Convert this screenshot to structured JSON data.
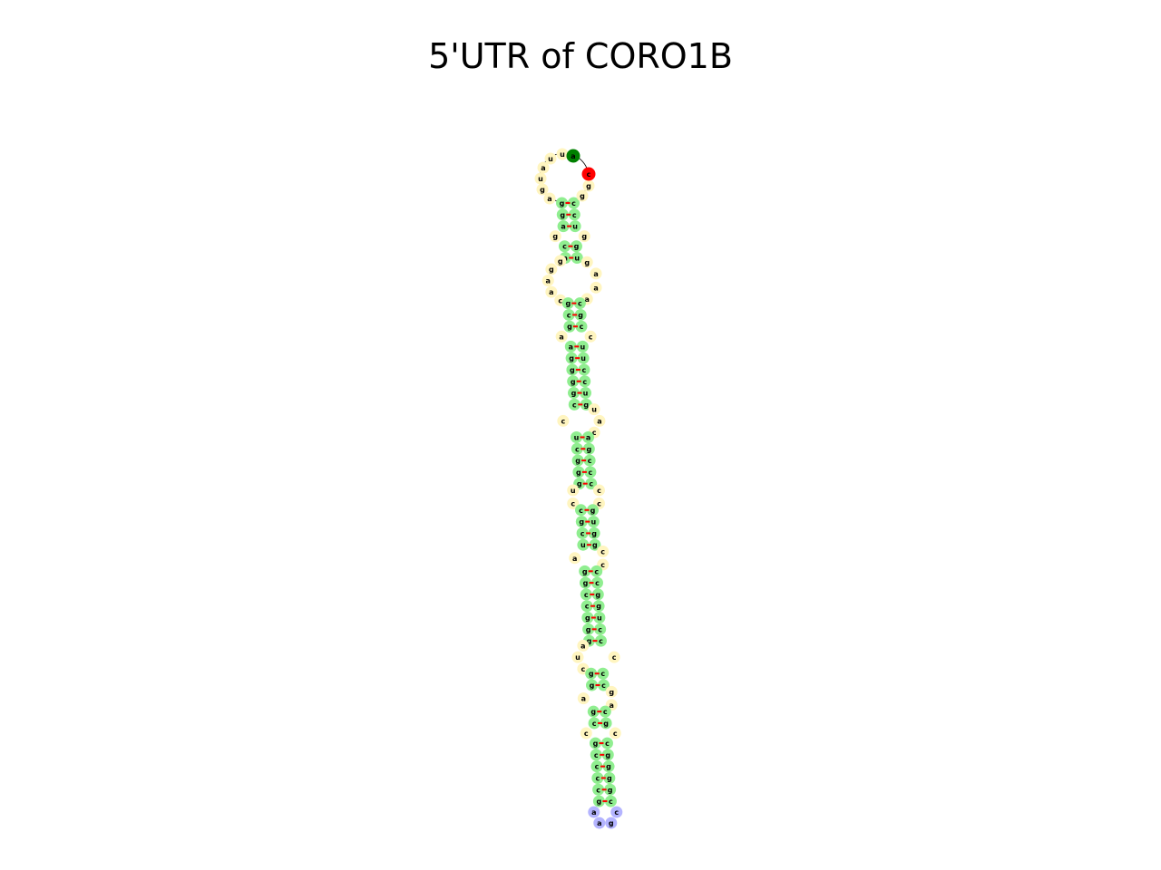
{
  "title": "5'UTR of CORO1B",
  "colors": {
    "stem": "#90ee90",
    "loop": "#fff5c0",
    "hairpin": "#b4b4ff",
    "five_prime": "#008000",
    "three_prime": "#ff0000",
    "pair_tick": "#ff0000",
    "backbone": "#000000"
  },
  "structure": {
    "loop_5prime_side": [
      "u",
      "u",
      "a",
      "u",
      "g",
      "a"
    ],
    "loop_3prime_side": [
      "g",
      "g"
    ],
    "segments": [
      {
        "type": "stem",
        "pairs": [
          [
            "g",
            "c"
          ],
          [
            "g",
            "c"
          ],
          [
            "a",
            "u"
          ]
        ]
      },
      {
        "type": "interior",
        "left": [
          "g"
        ],
        "right": [
          "g"
        ]
      },
      {
        "type": "stem",
        "pairs": [
          [
            "c",
            "g"
          ],
          [
            "a",
            "u"
          ]
        ]
      },
      {
        "type": "interior",
        "left": [
          "g",
          "g",
          "a",
          "a",
          "c"
        ],
        "right": [
          "g",
          "a",
          "a",
          "a"
        ]
      },
      {
        "type": "stem",
        "pairs": [
          [
            "g",
            "c"
          ],
          [
            "c",
            "g"
          ],
          [
            "g",
            "c"
          ]
        ]
      },
      {
        "type": "interior",
        "left": [
          "a"
        ],
        "right": [
          "c"
        ]
      },
      {
        "type": "stem",
        "pairs": [
          [
            "a",
            "u"
          ],
          [
            "g",
            "u"
          ],
          [
            "g",
            "c"
          ],
          [
            "g",
            "c"
          ],
          [
            "g",
            "u"
          ],
          [
            "c",
            "g"
          ]
        ]
      },
      {
        "type": "interior",
        "left": [
          "c"
        ],
        "right": [
          "u",
          "a",
          "c"
        ]
      },
      {
        "type": "stem",
        "pairs": [
          [
            "u",
            "a"
          ],
          [
            "c",
            "g"
          ],
          [
            "g",
            "c"
          ],
          [
            "g",
            "c"
          ],
          [
            "g",
            "c"
          ]
        ]
      },
      {
        "type": "interior",
        "left": [
          "u",
          "c"
        ],
        "right": [
          "c",
          "c"
        ]
      },
      {
        "type": "stem",
        "pairs": [
          [
            "c",
            "g"
          ],
          [
            "g",
            "u"
          ],
          [
            "c",
            "g"
          ],
          [
            "u",
            "g"
          ]
        ]
      },
      {
        "type": "interior",
        "left": [
          "a"
        ],
        "right": [
          "c",
          "c"
        ]
      },
      {
        "type": "stem",
        "pairs": [
          [
            "g",
            "c"
          ],
          [
            "g",
            "c"
          ],
          [
            "c",
            "g"
          ],
          [
            "c",
            "g"
          ],
          [
            "g",
            "u"
          ],
          [
            "g",
            "c"
          ],
          [
            "g",
            "c"
          ]
        ]
      },
      {
        "type": "interior",
        "left": [
          "a",
          "u",
          "c"
        ],
        "right": [
          "c"
        ]
      },
      {
        "type": "stem",
        "pairs": [
          [
            "g",
            "c"
          ],
          [
            "g",
            "c"
          ]
        ]
      },
      {
        "type": "interior",
        "left": [
          "a"
        ],
        "right": [
          "g",
          "a"
        ]
      },
      {
        "type": "stem",
        "pairs": [
          [
            "g",
            "c"
          ],
          [
            "c",
            "g"
          ]
        ]
      },
      {
        "type": "interior",
        "left": [
          "c"
        ],
        "right": [
          "c"
        ]
      },
      {
        "type": "stem",
        "pairs": [
          [
            "g",
            "c"
          ],
          [
            "c",
            "g"
          ],
          [
            "c",
            "g"
          ],
          [
            "c",
            "g"
          ],
          [
            "c",
            "g"
          ],
          [
            "g",
            "c"
          ]
        ]
      }
    ],
    "hairpin": [
      "a",
      "a",
      "g",
      "c"
    ]
  }
}
